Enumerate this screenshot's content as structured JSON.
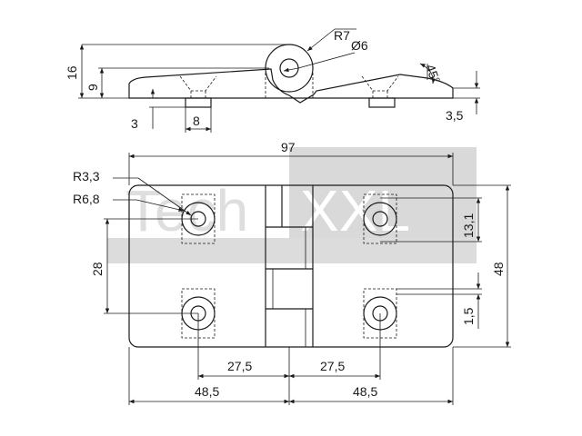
{
  "watermark": {
    "text_left": "Tech",
    "text_right": "XXL"
  },
  "side_view": {
    "dim_total_height": "16",
    "dim_plate_height": "9",
    "dim_radius_knuckle": "R7",
    "dim_pin_diameter": "Ø6",
    "dim_chamfer_angle": "45°",
    "dim_counterbore_depth": "3",
    "dim_counterbore_width": "8",
    "dim_thickness": "3,5"
  },
  "top_view": {
    "dim_overall_width": "97",
    "dim_hole_radius": "R3,3",
    "dim_counterbore_radius": "R6,8",
    "dim_hole_spacing_vertical": "28",
    "dim_overall_height": "48",
    "dim_edge_offset_top": "13,1",
    "dim_small_offset": "1,5",
    "dim_hole_center_left": "27,5",
    "dim_hole_center_right": "27,5",
    "dim_half_width_left": "48,5",
    "dim_half_width_right": "48,5"
  }
}
